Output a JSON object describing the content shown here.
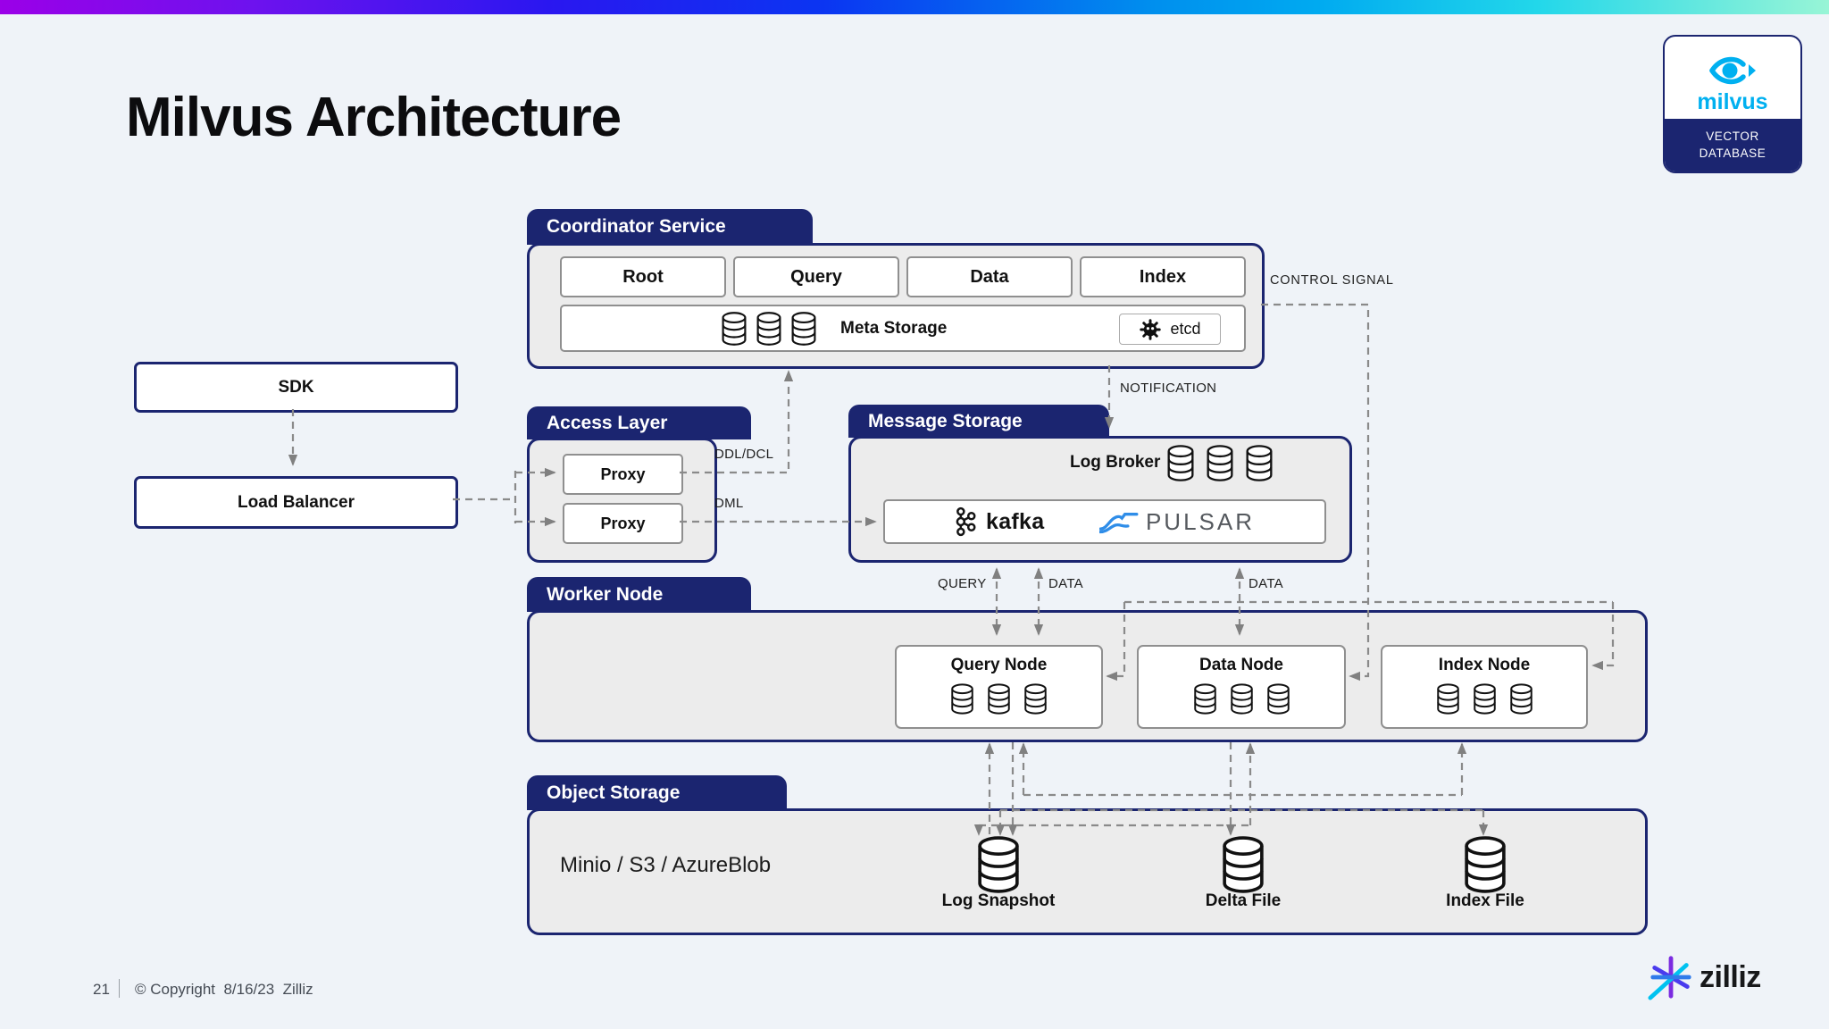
{
  "slide": {
    "title": "Milvus Architecture",
    "page_number": "21",
    "copyright": "© Copyright  8/16/23  Zilliz",
    "brand_wordmark": "zilliz"
  },
  "badge": {
    "wordmark": "milvus",
    "caption_line1": "VECTOR",
    "caption_line2": "DATABASE"
  },
  "colors": {
    "navy": "#1b2570",
    "panel_gray": "#ececec",
    "page_bg": "#eff3f8",
    "milvus_cyan": "#00b0f0",
    "pulsar_blue": "#2f8de8",
    "dash_gray": "#8a8a8a",
    "topbar_gradient": [
      "#9b00e8",
      "#2a17f0",
      "#0b35f2",
      "#00aaf0",
      "#22d7ea",
      "#98f5d6"
    ]
  },
  "icons": {
    "badge_icon": "milvus-eye-icon",
    "storage_icon": "database-cylinder-icon",
    "etcd_icon": "gear-icon",
    "kafka_icon": "kafka-icon",
    "pulsar_icon": "pulsar-swoosh-icon",
    "zilliz_icon": "zilliz-starburst-icon"
  },
  "diagram": {
    "coordinator": {
      "label": "Coordinator Service",
      "services": [
        {
          "label": "Root"
        },
        {
          "label": "Query"
        },
        {
          "label": "Data"
        },
        {
          "label": "Index"
        }
      ],
      "meta_storage": {
        "label": "Meta Storage",
        "engine": "etcd"
      }
    },
    "client": {
      "sdk_label": "SDK",
      "load_balancer_label": "Load Balancer"
    },
    "access_layer": {
      "label": "Access Layer",
      "proxies": [
        {
          "label": "Proxy"
        },
        {
          "label": "Proxy"
        }
      ]
    },
    "message_storage": {
      "label": "Message Storage",
      "log_broker_label": "Log Broker",
      "engines": {
        "kafka": "kafka",
        "pulsar": "PULSAR"
      }
    },
    "worker": {
      "label": "Worker Node",
      "nodes": [
        {
          "label": "Query Node"
        },
        {
          "label": "Data Node"
        },
        {
          "label": "Index Node"
        }
      ]
    },
    "object_storage": {
      "label": "Object Storage",
      "providers": "Minio / S3 / AzureBlob",
      "files": [
        {
          "label": "Log Snapshot"
        },
        {
          "label": "Delta File"
        },
        {
          "label": "Index File"
        }
      ]
    },
    "edge_labels": {
      "ddl": "DDL/DCL",
      "dml": "DML",
      "control": "CONTROL SIGNAL",
      "notification": "NOTIFICATION",
      "query": "QUERY",
      "data_left": "DATA",
      "data_right": "DATA"
    }
  }
}
